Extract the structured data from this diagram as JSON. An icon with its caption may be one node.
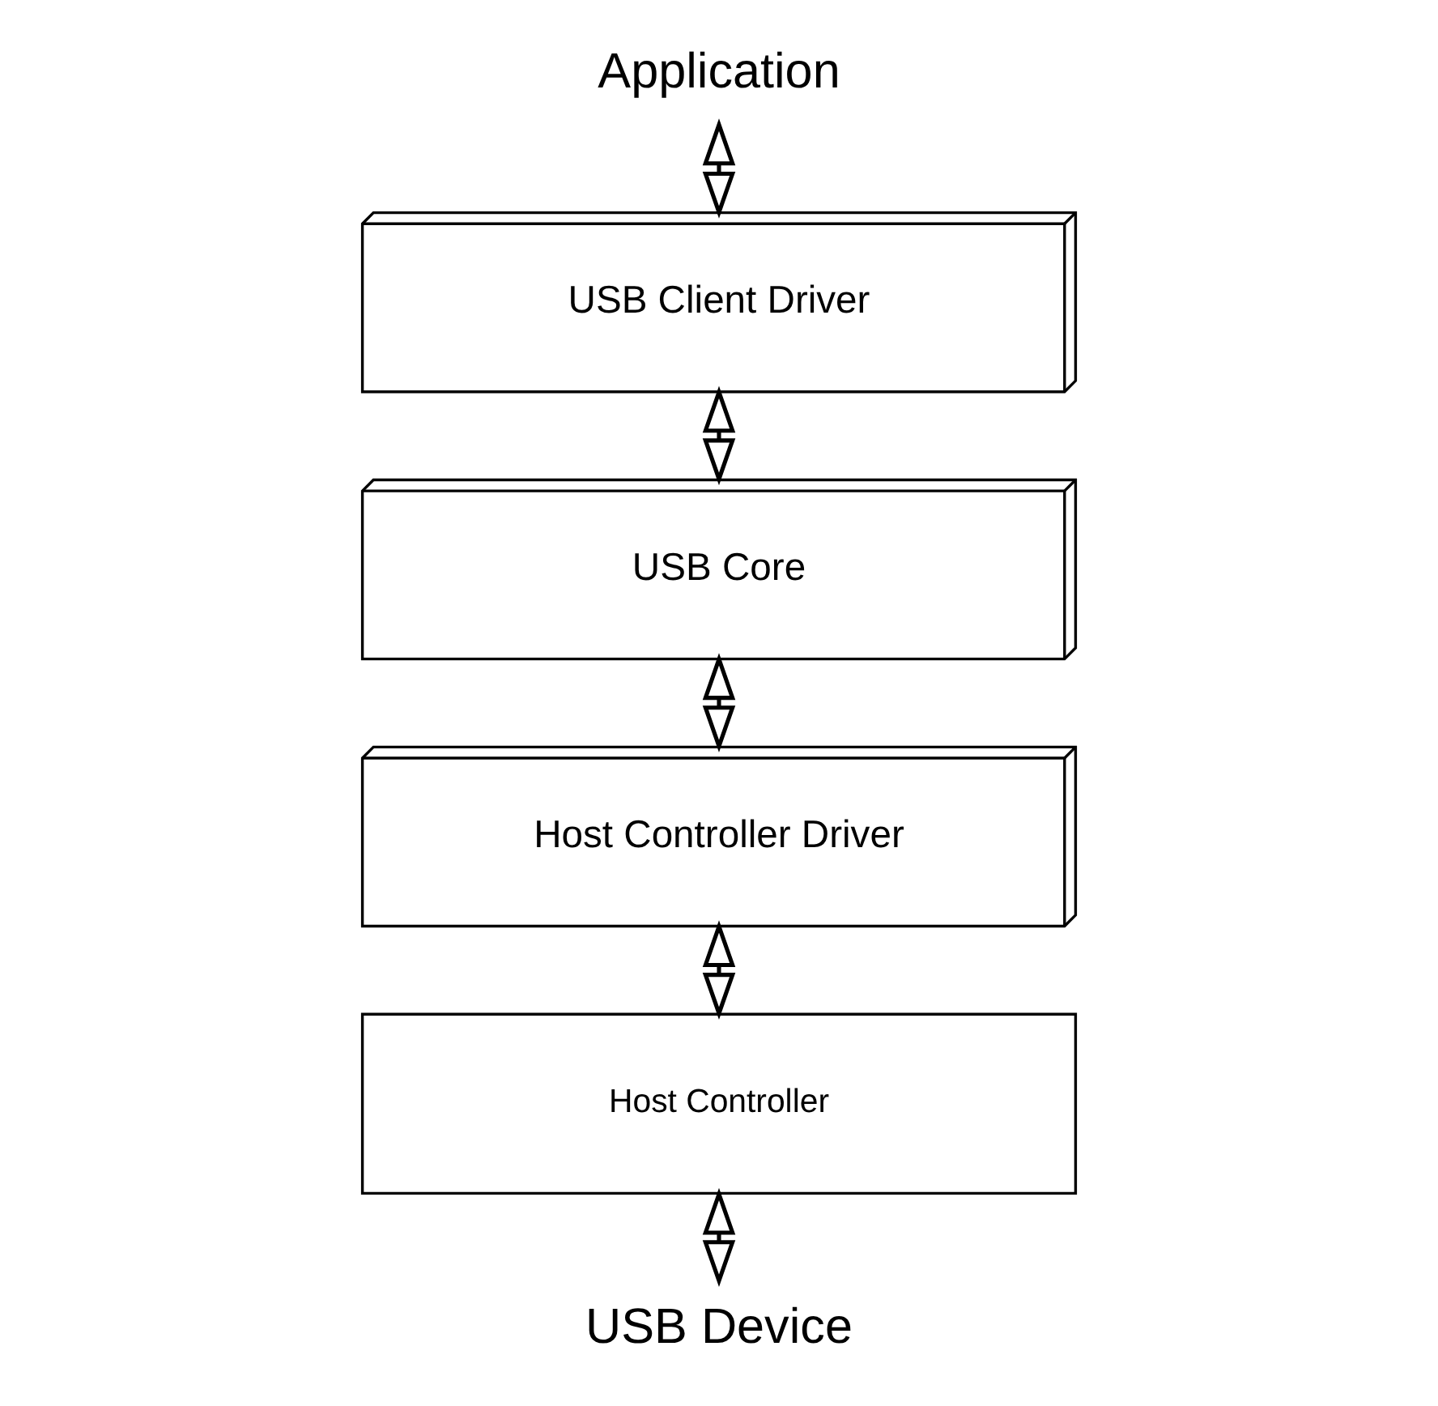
{
  "diagram": {
    "nodes": [
      {
        "text": [
          "Application"
        ]
      },
      {
        "text": [
          "USB Client Driver"
        ]
      },
      {
        "text": [
          "USB Core"
        ]
      },
      {
        "text": [
          "Host Controller Driver"
        ]
      },
      {
        "text": [
          "Host Controller"
        ]
      },
      {
        "text": [
          "USB Device"
        ]
      }
    ],
    "edges": [
      {
        "from": 0,
        "to": 1,
        "arrow": "both"
      },
      {
        "from": 1,
        "to": 2,
        "arrow": "both"
      },
      {
        "from": 2,
        "to": 3,
        "arrow": "both"
      },
      {
        "from": 3,
        "to": 4,
        "arrow": "both"
      },
      {
        "from": 4,
        "to": 5,
        "arrow": "both"
      }
    ]
  }
}
